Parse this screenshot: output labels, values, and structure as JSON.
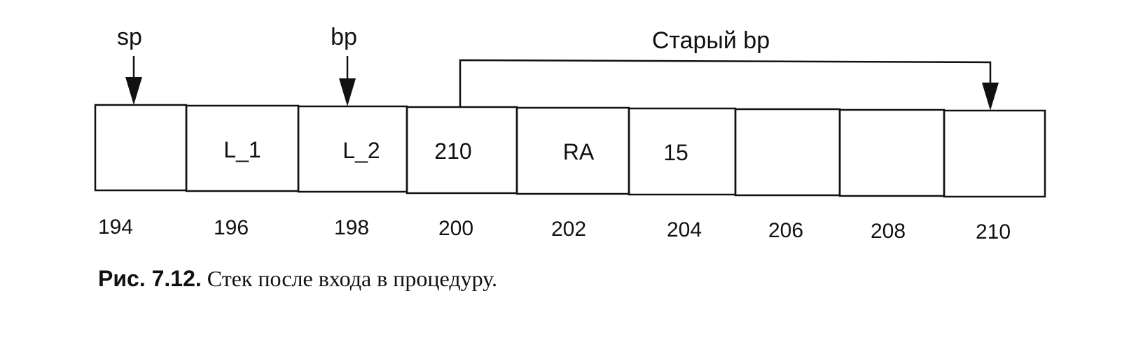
{
  "pointers": {
    "sp": "sp",
    "bp": "bp",
    "old_bp": "Старый bp"
  },
  "cells": [
    {
      "content": "",
      "address": "194"
    },
    {
      "content": "L_1",
      "address": "196"
    },
    {
      "content": "L_2",
      "address": "198"
    },
    {
      "content": "210",
      "address": "200"
    },
    {
      "content": "RA",
      "address": "202"
    },
    {
      "content": "15",
      "address": "204"
    },
    {
      "content": "",
      "address": "206"
    },
    {
      "content": "",
      "address": "208"
    },
    {
      "content": "",
      "address": "210"
    }
  ],
  "caption": {
    "figure_label": "Рис. 7.12.",
    "text": "Стек после входа в процедуру."
  }
}
